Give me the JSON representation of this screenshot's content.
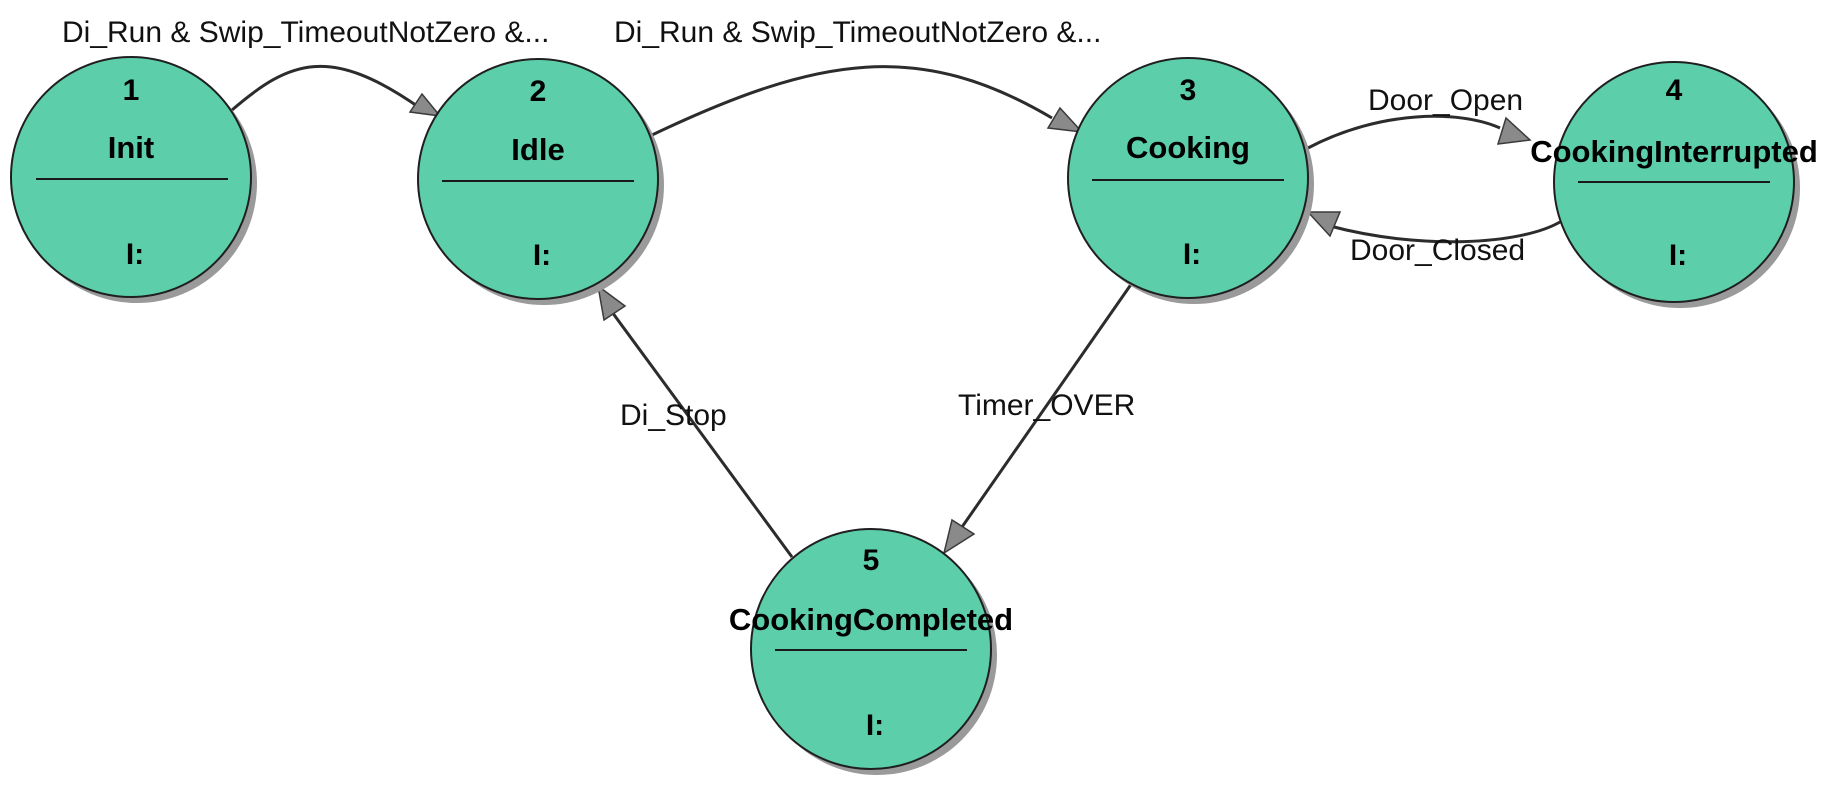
{
  "colors": {
    "state_fill": "#5ccfaa",
    "state_shadow": "#9a9a9a",
    "edge": "#2c2c2c",
    "arrowhead": "#8a8a8a",
    "background": "#ffffff"
  },
  "states": [
    {
      "id": 1,
      "number": "1",
      "name": "Init",
      "action": "I:"
    },
    {
      "id": 2,
      "number": "2",
      "name": "Idle",
      "action": "I:"
    },
    {
      "id": 3,
      "number": "3",
      "name": "Cooking",
      "action": "I:"
    },
    {
      "id": 4,
      "number": "4",
      "name": "CookingInterrupted",
      "action": "I:"
    },
    {
      "id": 5,
      "number": "5",
      "name": "CookingCompleted",
      "action": "I:"
    }
  ],
  "transitions": [
    {
      "from": 1,
      "to": 2,
      "label": "Di_Run & Swip_TimeoutNotZero &..."
    },
    {
      "from": 2,
      "to": 3,
      "label": "Di_Run & Swip_TimeoutNotZero &..."
    },
    {
      "from": 3,
      "to": 4,
      "label": "Door_Open"
    },
    {
      "from": 4,
      "to": 3,
      "label": "Door_Closed"
    },
    {
      "from": 3,
      "to": 5,
      "label": "Timer_OVER"
    },
    {
      "from": 5,
      "to": 2,
      "label": "Di_Stop"
    }
  ]
}
